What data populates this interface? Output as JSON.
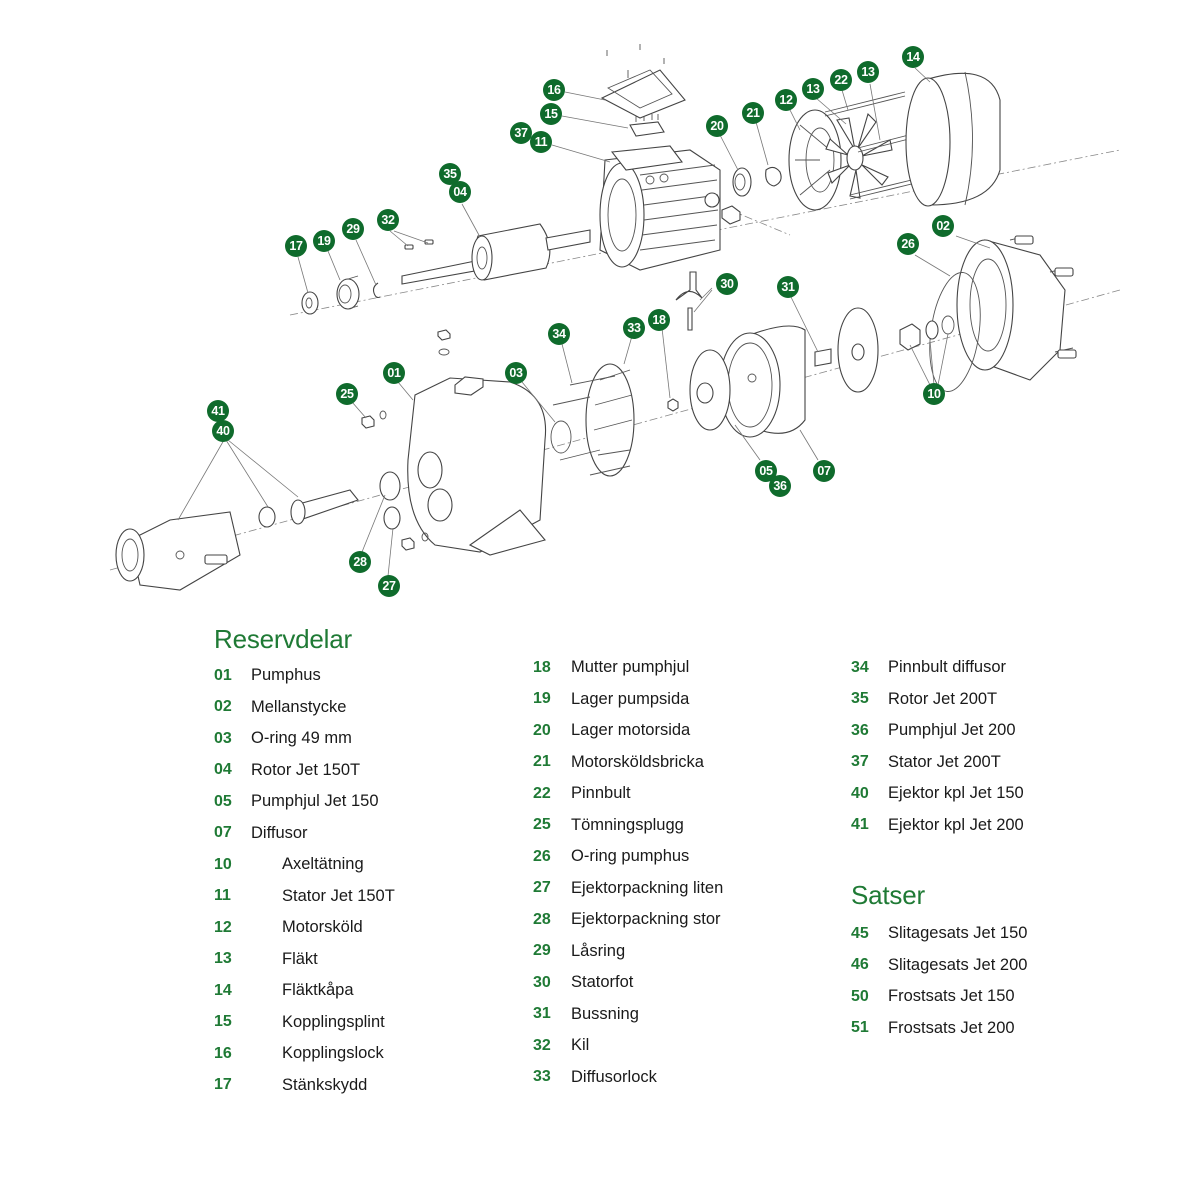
{
  "diagram": {
    "accent_color": "#0f6b2c",
    "callouts": [
      {
        "id": "c16",
        "label": "16"
      },
      {
        "id": "c15",
        "label": "15"
      },
      {
        "id": "c37",
        "label": "37"
      },
      {
        "id": "c11",
        "label": "11"
      },
      {
        "id": "c20",
        "label": "20"
      },
      {
        "id": "c21",
        "label": "21"
      },
      {
        "id": "c12",
        "label": "12"
      },
      {
        "id": "c13a",
        "label": "13"
      },
      {
        "id": "c22",
        "label": "22"
      },
      {
        "id": "c13b",
        "label": "13"
      },
      {
        "id": "c14",
        "label": "14"
      },
      {
        "id": "c35",
        "label": "35"
      },
      {
        "id": "c04",
        "label": "04"
      },
      {
        "id": "c32",
        "label": "32"
      },
      {
        "id": "c29",
        "label": "29"
      },
      {
        "id": "c19",
        "label": "19"
      },
      {
        "id": "c17",
        "label": "17"
      },
      {
        "id": "c02",
        "label": "02"
      },
      {
        "id": "c26",
        "label": "26"
      },
      {
        "id": "c10",
        "label": "10"
      },
      {
        "id": "c30",
        "label": "30"
      },
      {
        "id": "c31",
        "label": "31"
      },
      {
        "id": "c34",
        "label": "34"
      },
      {
        "id": "c33",
        "label": "33"
      },
      {
        "id": "c18",
        "label": "18"
      },
      {
        "id": "c03",
        "label": "03"
      },
      {
        "id": "c01",
        "label": "01"
      },
      {
        "id": "c25",
        "label": "25"
      },
      {
        "id": "c41",
        "label": "41"
      },
      {
        "id": "c40",
        "label": "40"
      },
      {
        "id": "c05",
        "label": "05"
      },
      {
        "id": "c36",
        "label": "36"
      },
      {
        "id": "c07",
        "label": "07"
      },
      {
        "id": "c28",
        "label": "28"
      },
      {
        "id": "c27",
        "label": "27"
      }
    ]
  },
  "parts": {
    "title": "Reservdelar",
    "col1": [
      {
        "num": "01",
        "name": "Pumphus"
      },
      {
        "num": "02",
        "name": "Mellanstycke"
      },
      {
        "num": "03",
        "name": "O-ring 49 mm"
      },
      {
        "num": "04",
        "name": "Rotor Jet 150T"
      },
      {
        "num": "05",
        "name": "Pumphjul Jet 150"
      },
      {
        "num": "07",
        "name": "Diffusor"
      },
      {
        "num": "10",
        "name": "Axeltätning"
      },
      {
        "num": "11",
        "name": "Stator Jet 150T"
      },
      {
        "num": "12",
        "name": "Motorsköld"
      },
      {
        "num": "13",
        "name": "Fläkt"
      },
      {
        "num": "14",
        "name": "Fläktkåpa"
      },
      {
        "num": "15",
        "name": "Kopplingsplint"
      },
      {
        "num": "16",
        "name": "Kopplingslock"
      },
      {
        "num": "17",
        "name": "Stänkskydd"
      }
    ],
    "col2": [
      {
        "num": "18",
        "name": "Mutter pumphjul"
      },
      {
        "num": "19",
        "name": "Lager pumpsida"
      },
      {
        "num": "20",
        "name": "Lager motorsida"
      },
      {
        "num": "21",
        "name": "Motorsköldsbricka"
      },
      {
        "num": "22",
        "name": "Pinnbult"
      },
      {
        "num": "25",
        "name": "Tömningsplugg"
      },
      {
        "num": "26",
        "name": "O-ring pumphus"
      },
      {
        "num": "27",
        "name": "Ejektorpackning liten"
      },
      {
        "num": "28",
        "name": "Ejektorpackning stor"
      },
      {
        "num": "29",
        "name": "Låsring"
      },
      {
        "num": "30",
        "name": "Statorfot"
      },
      {
        "num": "31",
        "name": "Bussning"
      },
      {
        "num": "32",
        "name": "Kil"
      },
      {
        "num": "33",
        "name": "Diffusorlock"
      }
    ],
    "col3": [
      {
        "num": "34",
        "name": "Pinnbult diffusor"
      },
      {
        "num": "35",
        "name": "Rotor Jet 200T"
      },
      {
        "num": "36",
        "name": "Pumphjul Jet 200"
      },
      {
        "num": "37",
        "name": "Stator Jet 200T"
      },
      {
        "num": "40",
        "name": "Ejektor kpl Jet 150"
      },
      {
        "num": "41",
        "name": "Ejektor kpl Jet 200"
      }
    ]
  },
  "kits": {
    "title": "Satser",
    "items": [
      {
        "num": "45",
        "name": "Slitagesats Jet 150"
      },
      {
        "num": "46",
        "name": "Slitagesats Jet 200"
      },
      {
        "num": "50",
        "name": "Frostsats Jet 150"
      },
      {
        "num": "51",
        "name": "Frostsats Jet 200"
      }
    ]
  }
}
